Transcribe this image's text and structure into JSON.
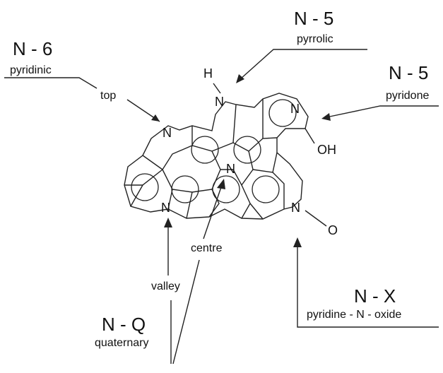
{
  "labels": {
    "n6": {
      "title": "N - 6",
      "sub": "pyridinic"
    },
    "n5_pyrrolic": {
      "title": "N - 5",
      "sub": "pyrrolic"
    },
    "n5_pyridone": {
      "title": "N - 5",
      "sub": "pyridone"
    },
    "nx": {
      "title": "N - X",
      "sub": "pyridine - N - oxide"
    },
    "nq": {
      "title": "N - Q",
      "sub": "quaternary"
    }
  },
  "positions": {
    "top": "top",
    "valley": "valley",
    "centre": "centre"
  },
  "atoms": {
    "nitrogen": "N",
    "hydrogen": "H",
    "oxygen": "O",
    "hydroxyl": "OH"
  }
}
